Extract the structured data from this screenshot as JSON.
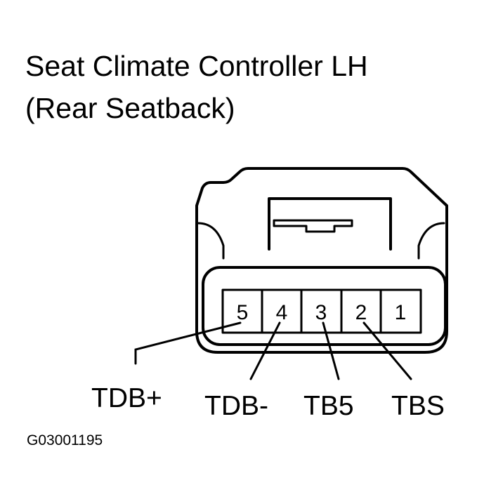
{
  "title": {
    "line1": "Seat Climate Controller LH",
    "line2": "(Rear Seatback)"
  },
  "connector": {
    "pins": [
      "5",
      "4",
      "3",
      "2",
      "1"
    ]
  },
  "signals": [
    {
      "label": "TDB+",
      "pin": "5"
    },
    {
      "label": "TDB-",
      "pin": "4"
    },
    {
      "label": "TB5",
      "pin": "3"
    },
    {
      "label": "TBS",
      "pin": "2"
    }
  ],
  "figure_id": "G03001195"
}
